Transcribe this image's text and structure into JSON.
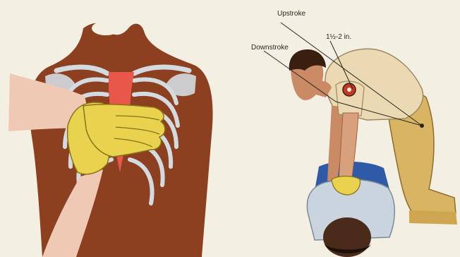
{
  "diagram": {
    "labels": {
      "upstroke": "Upstroke",
      "depth": "1½-2 in.",
      "downstroke": "Downstroke"
    },
    "colors": {
      "background": "#f3efe3",
      "skin": "#8d4020",
      "ribs": "#d3dbe1",
      "sternum": "#e8574a",
      "glove": "#e8d24e",
      "rescuer_shirt": "#ead9b2",
      "rescuer_pants": "#d8b463",
      "victim_shirt": "#c9d4df",
      "victim_pants": "#2f5aa8",
      "hair": "#3a1e10"
    }
  }
}
